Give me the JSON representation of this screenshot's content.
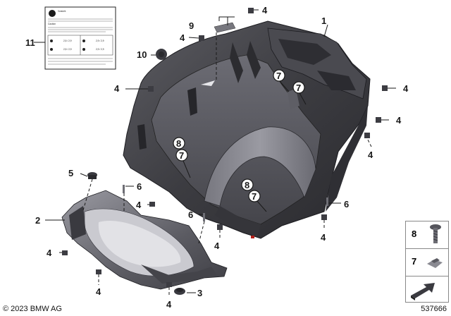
{
  "callouts": {
    "c1": "1",
    "c2": "2",
    "c3": "3",
    "c4a": "4",
    "c4b": "4",
    "c4c": "4",
    "c4d": "4",
    "c4e": "4",
    "c4f": "4",
    "c4g": "4",
    "c4h": "4",
    "c4i": "4",
    "c4j": "4",
    "c5": "5",
    "c6a": "6",
    "c6b": "6",
    "c6c": "6",
    "c7a": "7",
    "c7b": "7",
    "c7c": "7",
    "c7d": "7",
    "c8a": "8",
    "c8b": "8",
    "c9": "9",
    "c10": "10",
    "c11": "11"
  },
  "label_card": {
    "paragraphs": [
      "Vorsicht",
      "Die Fahrstabilität des Fahrzeugs ist abhängig vom Beladungszustand. Nur zulässige Reifen verwenden.",
      "Caution",
      "The stability and handling characteristics of this motorcycle could become unstable by the use of improper tire inflation pressures, unmatched tires, excessive loading, and improper loading. Read owner's manual."
    ],
    "rows": [
      "2,5 / 2,9",
      "2,9 / 2,9",
      "2,5 / 2,9",
      "2,9 / 2,9"
    ]
  },
  "legend": [
    {
      "number": "8",
      "part": "screw-icon"
    },
    {
      "number": "7",
      "part": "clip-nut-icon"
    },
    {
      "number": "",
      "part": "arrow-icon"
    }
  ],
  "footer": {
    "copyright": "© 2023 BMW AG",
    "diagram_id": "537666"
  },
  "colors": {
    "part_dark": "#3a3a3f",
    "part_mid": "#57575d",
    "part_light": "#8a8a92",
    "highlight": "#c9c9cf",
    "accent_red": "#b3201a"
  }
}
